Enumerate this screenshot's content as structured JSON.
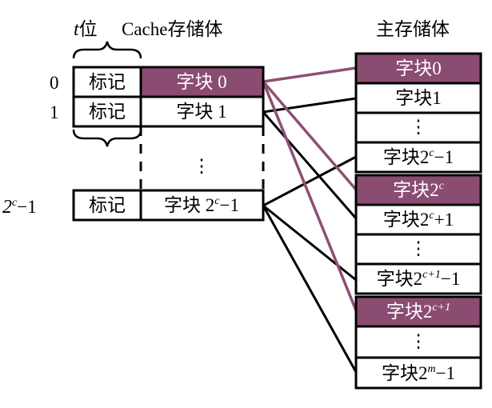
{
  "header": {
    "t_label": "t",
    "t_suffix": "位",
    "cache_title": "Cache存储体",
    "main_title": "主存储体"
  },
  "cache": {
    "row_labels": {
      "r0": "0",
      "r1": "1",
      "rlast_base": "2",
      "rlast_sup": "c",
      "rlast_tail": "−1"
    },
    "tag_label": "标记",
    "blocks": {
      "b0": "字块 0",
      "b1": "字块 1",
      "blast_base": "字块 2",
      "blast_sup": "c",
      "blast_tail": "−1"
    },
    "ellipsis": "⋮"
  },
  "memory": {
    "block_prefix": "字块",
    "items": {
      "m0": "0",
      "m1": "1",
      "m2_base": "2",
      "m2_sup": "c",
      "m2_tail": "−1",
      "m3_base": "2",
      "m3_sup": "c",
      "m4_base": "2",
      "m4_sup": "c",
      "m4_tail": "+1",
      "m5_base": "2",
      "m5_sup": "c+1",
      "m5_tail": "−1",
      "m6_base": "2",
      "m6_sup": "c+1",
      "m7_base": "2",
      "m7_sup": "m",
      "m7_tail": "−1"
    },
    "ellipsis": "⋮"
  },
  "colors": {
    "highlight": "#8b4c72",
    "line_black": "#000000",
    "line_purple": "#8e4f73"
  }
}
